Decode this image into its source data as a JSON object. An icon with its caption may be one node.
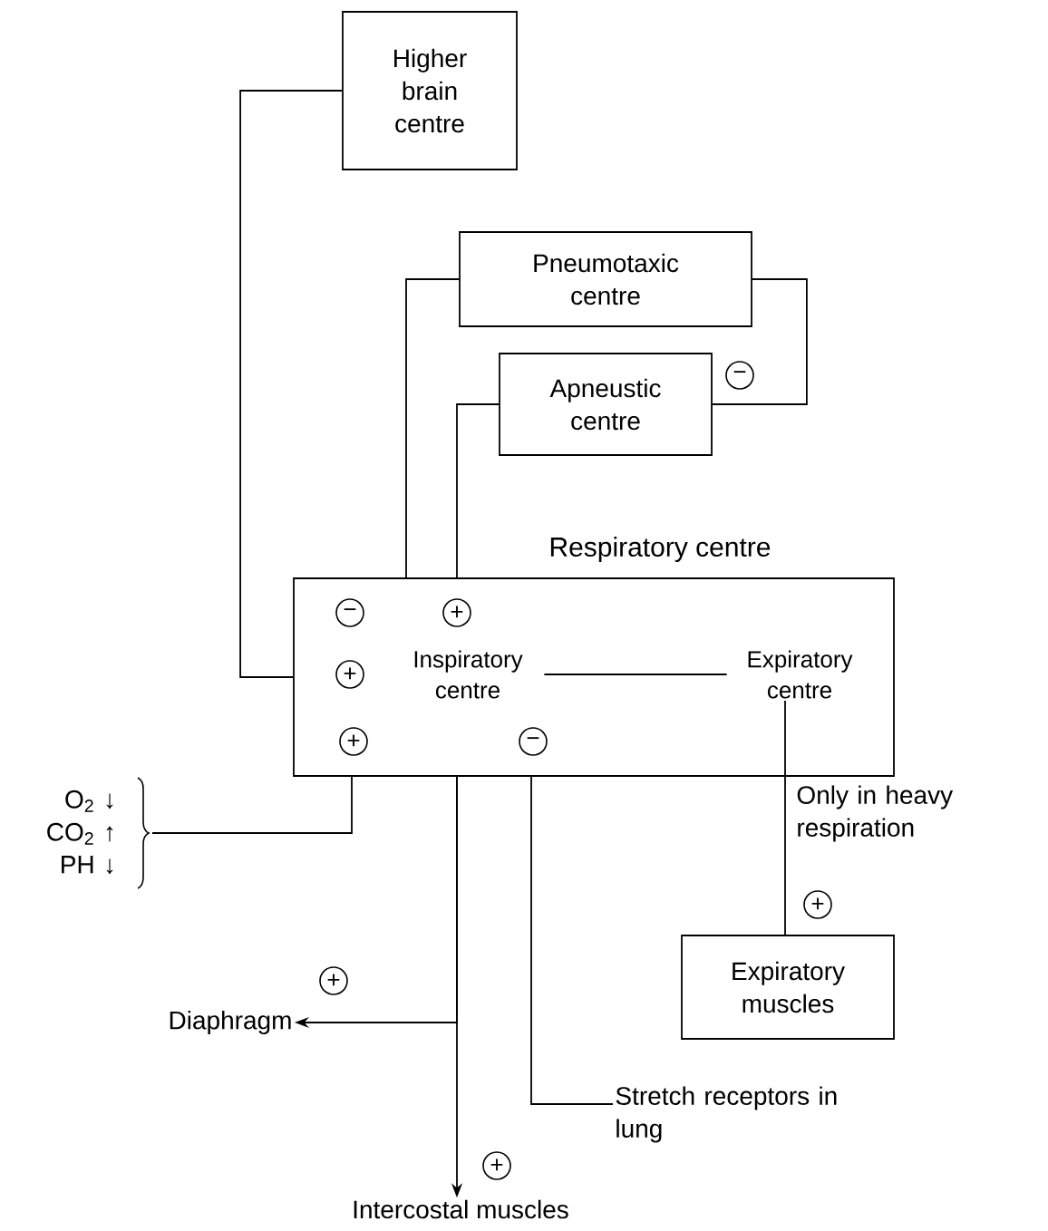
{
  "diagram": {
    "nodes": [
      {
        "text": [
          "Higher brain centre"
        ]
      },
      {
        "text": [
          "Pneumotaxic centre"
        ]
      },
      {
        "text": [
          "Apneustic centre"
        ]
      },
      {
        "text": [
          "Respiratory centre"
        ]
      },
      {
        "text": [
          "Inspiratory centre"
        ],
        "in": 3
      },
      {
        "text": [
          "Expiratory centre"
        ],
        "in": 3
      },
      {
        "text": [
          "Expiratory muscles"
        ]
      },
      {
        "text": [
          "Diaphragm"
        ]
      },
      {
        "text": [
          "Intercostal muscles"
        ]
      },
      {
        "text": [
          "Stretch receptors in lung"
        ]
      },
      {
        "text": [
          "O$_{2}$ ↓ CO$_{2}$ ↑ PH ↓"
        ]
      }
    ],
    "edges": [
      {
        "from": 0,
        "to": 3,
        "arrow": "none"
      },
      {
        "from": 1,
        "to": 3,
        "arrow": "none"
      },
      {
        "from": 1,
        "to": 2,
        "arrow": "none"
      },
      {
        "from": 2,
        "to": 3,
        "arrow": "none"
      },
      {
        "from": 4,
        "to": 5,
        "arrow": "none"
      },
      {
        "from": 5,
        "to": 6,
        "arrow": "none",
        "label": "Only in heavy respiration"
      },
      {
        "from": 10,
        "to": 3,
        "arrow": "none"
      },
      {
        "from": 3,
        "to": 8,
        "arrow": "to"
      },
      {
        "from": 3,
        "to": 7,
        "arrow": "to"
      },
      {
        "from": 9,
        "to": 3,
        "arrow": "none"
      }
    ],
    "labels": [
      "−",
      "−",
      "+",
      "+",
      "+",
      "−",
      "+",
      "+",
      "+"
    ]
  }
}
